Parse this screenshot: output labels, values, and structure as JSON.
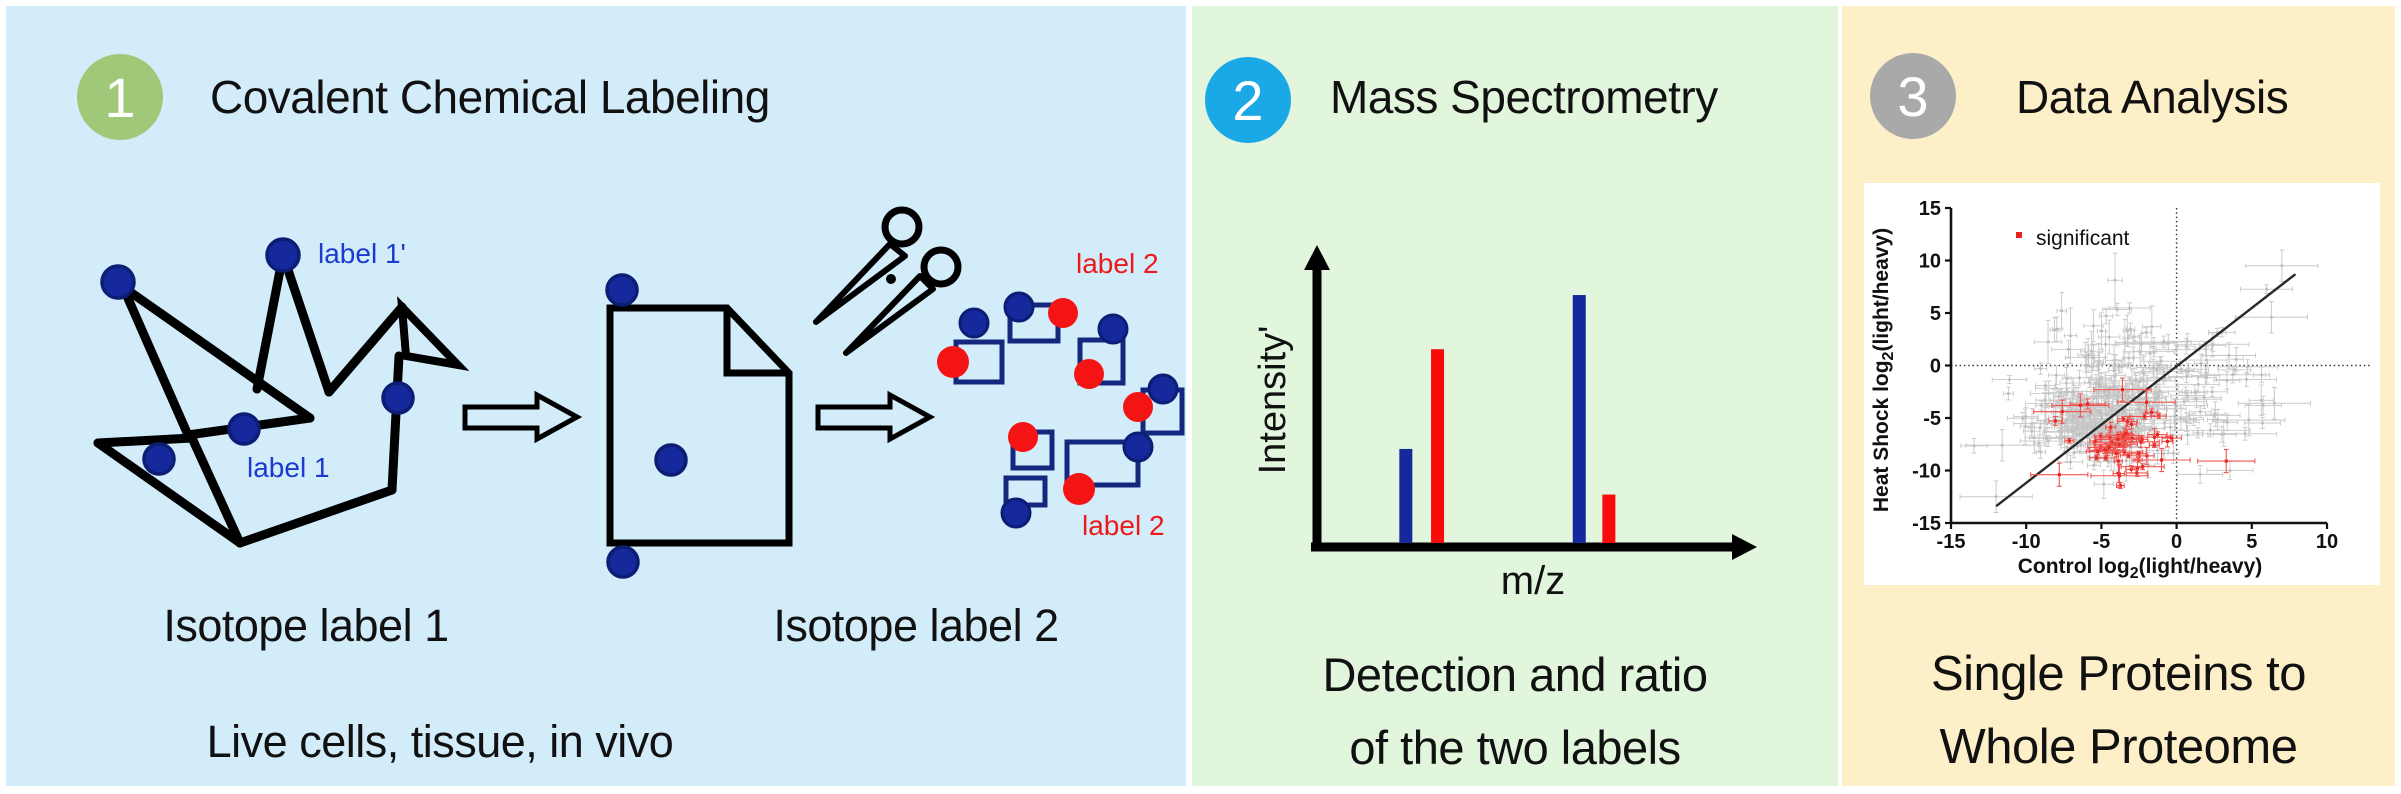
{
  "figure": {
    "panels": [
      {
        "id": "covalent-labeling",
        "step_number": "1",
        "title": "Covalent Chemical Labeling",
        "bg_color": "#d3ecfa",
        "badge_color": "#9fc878",
        "labels": {
          "label1_prime": {
            "text": "label 1'",
            "color": "#1b3ad1"
          },
          "label1": {
            "text": "label 1",
            "color": "#1b3ad1"
          },
          "label2_top": {
            "text": "label 2",
            "color": "#ee1a1a"
          },
          "label2_bottom": {
            "text": "label 2",
            "color": "#ee1a1a"
          }
        },
        "captions": {
          "isotope1": "Isotope label 1",
          "isotope2": "Isotope label 2",
          "bottom": "Live cells, tissue, in vivo"
        },
        "dot_color": "#15289c",
        "fragment_outline_color": "#14277e",
        "red_dot_color": "#f51414"
      },
      {
        "id": "mass-spectrometry",
        "step_number": "2",
        "title": "Mass Spectrometry",
        "bg_color": "#e1f6dd",
        "badge_color": "#1aa9e6",
        "caption_line1": "Detection and ratio",
        "caption_line2": "of the two labels"
      },
      {
        "id": "data-analysis",
        "step_number": "3",
        "title": "Data Analysis",
        "bg_color": "#fdefc8",
        "badge_color": "#a9a9a9",
        "caption_line1": "Single Proteins to",
        "caption_line2": "Whole Proteome"
      }
    ],
    "chart_data": [
      {
        "type": "bar",
        "description": "Mass spectrum sketch with paired isotope-label peaks",
        "xlabel": "m/z",
        "ylabel": "Intensity'",
        "axis_color": "#000000",
        "series": [
          {
            "name": "isotope label 1",
            "color": "#15289c",
            "peaks": [
              {
                "x": 0.21,
                "h": 0.33
              },
              {
                "x": 0.62,
                "h": 0.87
              }
            ]
          },
          {
            "name": "isotope label 2",
            "color": "#fa0a0a",
            "peaks": [
              {
                "x": 0.285,
                "h": 0.68
              },
              {
                "x": 0.69,
                "h": 0.17
              }
            ]
          }
        ]
      },
      {
        "type": "scatter",
        "xlabel_pre": "Control log",
        "xlabel_sub": "2",
        "xlabel_post": "(light/heavy)",
        "ylabel_pre": "Heat Shock log",
        "ylabel_sub": "2",
        "ylabel_post": "(light/heavy)",
        "xlim": [
          -15,
          10
        ],
        "ylim": [
          -15,
          15
        ],
        "xticks": [
          -15,
          -10,
          -5,
          0,
          5,
          10
        ],
        "yticks": [
          -15,
          -10,
          -5,
          0,
          5,
          10,
          15
        ],
        "legend": {
          "label": "significant",
          "color": "#e62520"
        },
        "reference": {
          "vline_x": 0,
          "hline_y": 0,
          "diagonal": [
            [
              -12,
              -13.4
            ],
            [
              7.9,
              8.7
            ]
          ]
        },
        "point_color": "#bcbcbc",
        "error_bar_color": "#c8c8c8",
        "significant_color": "#e62520",
        "seed": 7,
        "clusters": [
          {
            "color": "gray",
            "count": 240,
            "cx": -5.2,
            "cy": -5.0,
            "sdx": 2.3,
            "sdy": 2.0,
            "ebx": 1.5,
            "eby": 1.8
          },
          {
            "color": "gray",
            "count": 70,
            "cx": -3.0,
            "cy": 1.3,
            "sdx": 2.8,
            "sdy": 2.4,
            "ebx": 1.4,
            "eby": 2.2
          },
          {
            "color": "gray",
            "count": 60,
            "cx": 1.3,
            "cy": -2.2,
            "sdx": 2.6,
            "sdy": 2.8,
            "ebx": 2.4,
            "eby": 1.6
          },
          {
            "color": "red",
            "count": 55,
            "cx": -3.3,
            "cy": -7.2,
            "sdx": 1.5,
            "sdy": 1.5,
            "ebx": 1.2,
            "eby": 1.0
          }
        ],
        "outliers_gray": [
          [
            7.0,
            9.5
          ],
          [
            -12.0,
            -12.5
          ],
          [
            6.3,
            4.6
          ],
          [
            -11.6,
            -7.6
          ],
          [
            4.8,
            -5.2
          ],
          [
            6.5,
            -3.6
          ]
        ],
        "outliers_red": [
          [
            -7.6,
            -4.4
          ],
          [
            -1.0,
            -9.0
          ],
          [
            3.3,
            -9.1
          ],
          [
            -6.4,
            -3.8
          ],
          [
            -7.8,
            -10.4
          ],
          [
            -3.8,
            -10.5
          ],
          [
            -3.6,
            -2.3
          ],
          [
            -2.0,
            -3.5
          ]
        ]
      }
    ]
  }
}
